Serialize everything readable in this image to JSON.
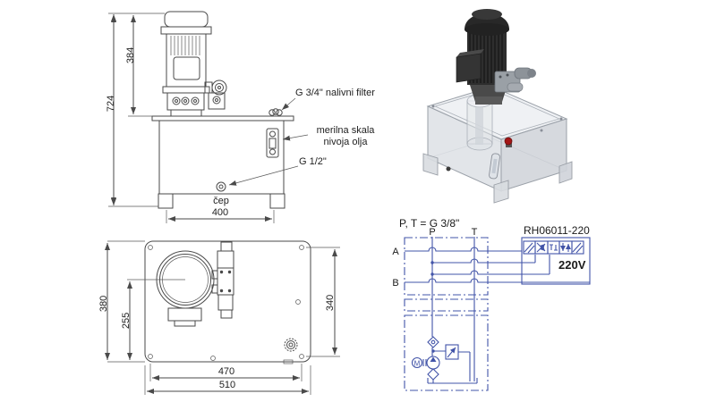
{
  "front_view": {
    "dim_total_height": "724",
    "dim_motor_height": "384",
    "dim_feet_width": "400",
    "label_filler_port": "G 3/4\" nalivni filter",
    "label_level_gauge_line1": "merilna skala",
    "label_level_gauge_line2": "nivoja olja",
    "label_drain_port": "G 1/2\"",
    "label_plug": "čep"
  },
  "top_view": {
    "dim_depth": "380",
    "dim_motor_center_offset": "255",
    "dim_hole_spacing_depth": "340",
    "dim_hole_spacing_width": "470",
    "dim_width": "510"
  },
  "schematic": {
    "ports_note": "P, T = G 3/8\"",
    "port_p_label": "P",
    "port_t_label": "T",
    "port_a_label": "A",
    "port_b_label": "B",
    "valve_model": "RH06011-220",
    "solenoid_voltage": "220V",
    "motor_symbol": "M"
  },
  "colors": {
    "drawing_line": "#4a4a4a",
    "schematic_line": "#4254a8",
    "text": "#1a1a1a",
    "breather_cap_red": "#a31515"
  }
}
